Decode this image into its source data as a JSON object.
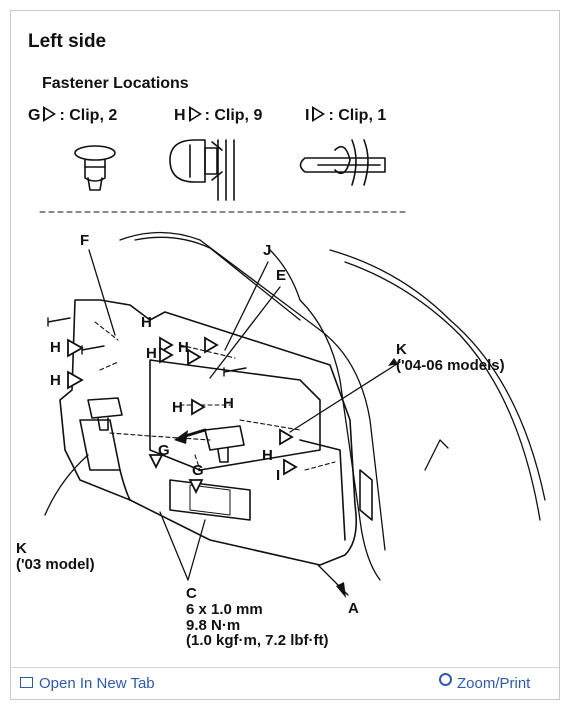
{
  "heading": "Left side",
  "subheading": "Fastener Locations",
  "clips": [
    {
      "letter": "G",
      "text": ": Clip, 2"
    },
    {
      "letter": "H",
      "text": ": Clip, 9"
    },
    {
      "letter": "I",
      "text": ": Clip, 1"
    }
  ],
  "labels": {
    "F": "F",
    "J": "J",
    "E": "E",
    "H": "H",
    "G": "G",
    "I": "I",
    "K": "K",
    "C": "C",
    "A": "A",
    "k_0406_note": "('04-06 models)",
    "k_03_note": "('03 model)",
    "c_spec_1": "6 x 1.0 mm",
    "c_spec_2": "9.8 N·m",
    "c_spec_3": "(1.0 kgf·m, 7.2 lbf·ft)"
  },
  "footer": {
    "open_tab": "Open In New Tab",
    "zoom_print": "Zoom/Print",
    "open_tab_icon": "new-tab-icon",
    "zoom_icon": "magnifier-icon",
    "link_color": "#2f5aa8"
  }
}
